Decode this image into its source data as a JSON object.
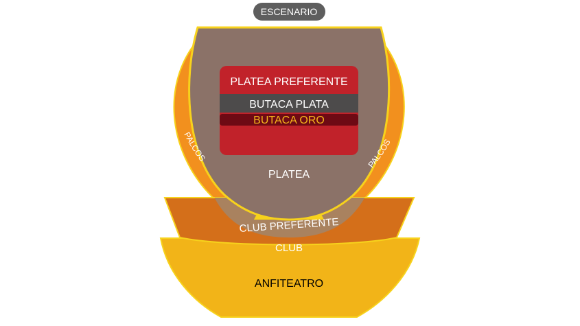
{
  "stage": {
    "label": "ESCENARIO",
    "color": "#5e5e5e",
    "text_color": "#ffffff"
  },
  "sections": {
    "platea": {
      "label": "PLATEA",
      "color": "#8b7268",
      "text_color": "#ffffff"
    },
    "platea_preferente": {
      "label": "PLATEA PREFERENTE",
      "color": "#c1222a",
      "text_color": "#ffffff"
    },
    "butaca_plata": {
      "label": "BUTACA PLATA",
      "color": "#4d4b4b",
      "text_color": "#ffffff"
    },
    "butaca_oro": {
      "label": "BUTACA ORO",
      "color": "#6e0a14",
      "text_color": "#f4b41a"
    },
    "palcos_left": {
      "label": "PALCOS",
      "color": "#f2901e",
      "text_color": "#ffffff"
    },
    "palcos_right": {
      "label": "PALCOS",
      "color": "#f2901e",
      "text_color": "#ffffff"
    },
    "club_preferente": {
      "label": "CLUB PREFERENTE",
      "color": "#a9825f",
      "text_color": "#ffffff"
    },
    "club": {
      "label": "CLUB",
      "color": "#d46f1a",
      "text_color": "#ffffff"
    },
    "anfiteatro": {
      "label": "ANFITEATRO",
      "color": "#f2b418",
      "text_color": "#000000"
    },
    "yellow_arc_color": "#f7d21c",
    "outline_color": "#f7d21c"
  }
}
